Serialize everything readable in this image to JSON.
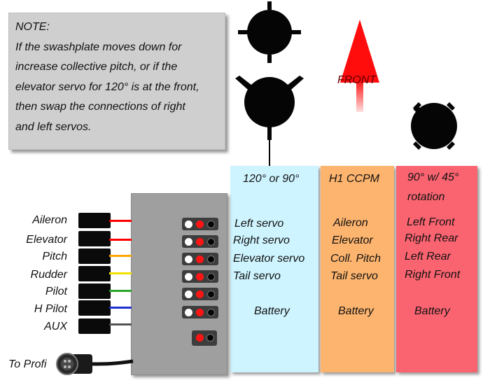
{
  "note": {
    "lines": [
      "NOTE:",
      "If the swashplate moves down for",
      "increase collective pitch, or if the",
      "elevator servo for 120° is at the front,",
      "then swap the connections of right",
      "and left servos."
    ]
  },
  "front_label": "FRONT",
  "channels": [
    {
      "label": "Aileron",
      "wire_color": "#ff0000"
    },
    {
      "label": "Elevator",
      "wire_color": "#ff0000"
    },
    {
      "label": "Pitch",
      "wire_color": "#ffa500"
    },
    {
      "label": "Rudder",
      "wire_color": "#f0e000"
    },
    {
      "label": "Pilot",
      "wire_color": "#2aa52a"
    },
    {
      "label": "H Pilot",
      "wire_color": "#2030d0"
    },
    {
      "label": "AUX",
      "wire_color": "#555555"
    }
  ],
  "to_profi": "To Profi",
  "columns": [
    {
      "header": [
        "120° or 90°"
      ],
      "rows": [
        "Left servo",
        "Right servo",
        "Elevator servo",
        "Tail servo"
      ],
      "battery": "Battery",
      "color": "#cef4ff"
    },
    {
      "header": [
        "H1 CCPM"
      ],
      "rows": [
        "Aileron",
        "Elevator",
        "Coll. Pitch",
        "Tail servo"
      ],
      "battery": "Battery",
      "color": "#fdb46e"
    },
    {
      "header": [
        "90° w/ 45°",
        "rotation"
      ],
      "rows": [
        "Left Front",
        "Right Rear",
        "Left Rear",
        "Right Front"
      ],
      "battery": "Battery",
      "color": "#fa6470"
    }
  ]
}
